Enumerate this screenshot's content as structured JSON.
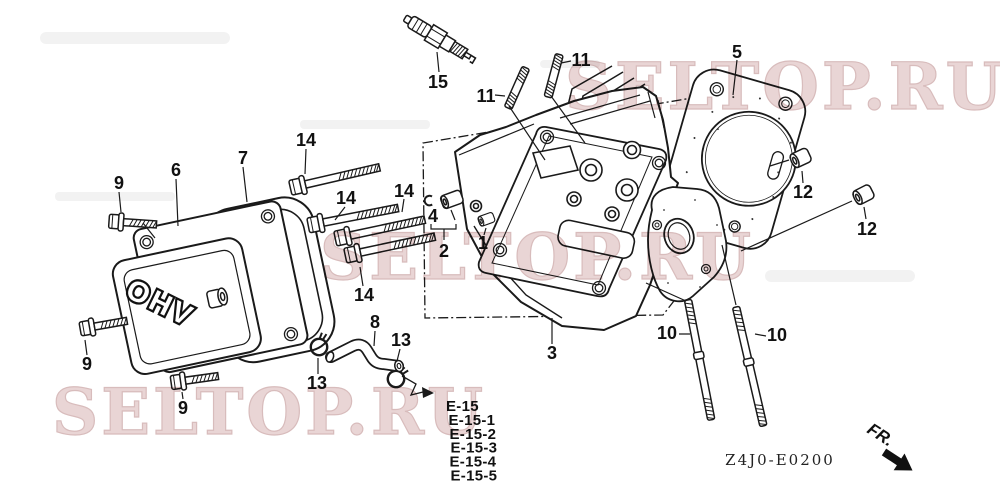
{
  "watermark": {
    "text": "SELTOP.RU",
    "color": "#e9d5d5"
  },
  "callouts": [
    "15",
    "11",
    "11",
    "5",
    "12",
    "12",
    "9",
    "6",
    "7",
    "14",
    "14",
    "14",
    "14",
    "4",
    "2",
    "1",
    "9",
    "9",
    "13",
    "13",
    "8",
    "3",
    "10",
    "10"
  ],
  "cover_emboss": "OHV",
  "reference_list": [
    "E-15",
    "E-15-1",
    "E-15-2",
    "E-15-3",
    "E-15-4",
    "E-15-5"
  ],
  "diagram_code": "Z4J0-E0200",
  "front_label": "FR.",
  "colors": {
    "line": "#1a1a1a",
    "background": "#ffffff",
    "watermark_fill": "#e9d5d5",
    "watermark_edge": "#d8bcbc"
  }
}
